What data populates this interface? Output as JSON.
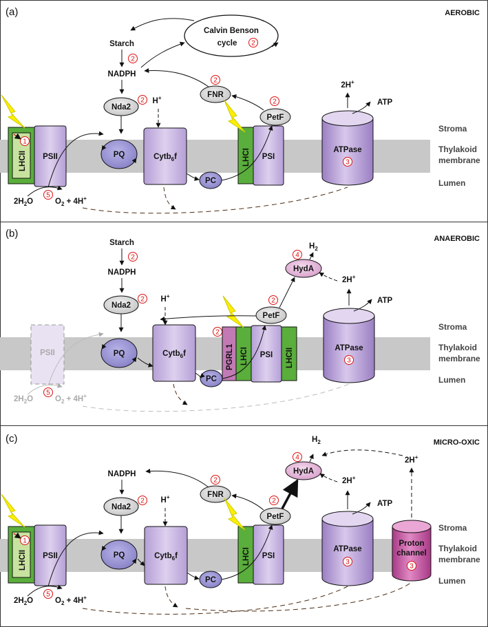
{
  "colors": {
    "membrane": "#c8c8c8",
    "psii": "#c9b8e0",
    "lhcii": "#5aae3c",
    "lhcii_inner": "#c8e3a0",
    "pq": "#9f9ad8",
    "pc": "#8f8ac8",
    "atpase": "#b8a2d6",
    "hyda": "#e3b8d8",
    "proton": "#c8509e",
    "pgrl1": "#c27ab5",
    "lightning": "#ffee00",
    "circle_num": "#dd1111"
  },
  "icons": [
    "lightning-icon"
  ],
  "panels": [
    {
      "letter": "(a)",
      "mode": "AEROBIC",
      "stroma": "Stroma",
      "thylakoid1": "Thylakoid",
      "thylakoid2": "membrane",
      "lumen": "Lumen",
      "starch": "Starch",
      "calvin1": "Calvin Benson",
      "calvin2": "cycle",
      "nadph": "NADPH",
      "nda2": "Nda2",
      "fnr": "FNR",
      "petf": "PetF",
      "h": "H",
      "hsup": "+",
      "twoh": "2H",
      "atp": "ATP",
      "lhcii": "LHCII",
      "psii": "PSII",
      "pq": "PQ",
      "cyt": "Cytb",
      "cytsub": "6",
      "cytf": "f",
      "pc": "PC",
      "lhci": "LHCI",
      "psi": "PSI",
      "atpase": "ATPase",
      "water": "2H",
      "watersub": "2",
      "waterO": "O",
      "o2": "O",
      "o2sub": "2",
      "o2rest": " + 4H",
      "n1": "1",
      "n2": "2",
      "n3": "3",
      "n5": "5"
    },
    {
      "letter": "(b)",
      "mode": "ANAEROBIC",
      "stroma": "Stroma",
      "thylakoid1": "Thylakoid",
      "thylakoid2": "membrane",
      "lumen": "Lumen",
      "starch": "Starch",
      "nadph": "NADPH",
      "nda2": "Nda2",
      "petf": "PetF",
      "hyda": "HydA",
      "h2": "H",
      "h2sub": "2",
      "h": "H",
      "hsup": "+",
      "twoh": "2H",
      "atp": "ATP",
      "psii": "PSII",
      "pq": "PQ",
      "cyt": "Cytb",
      "cytsub": "6",
      "cytf": "f",
      "pc": "PC",
      "pgrl1": "PGRL1",
      "lhci": "LHCI",
      "psi": "PSI",
      "lhcii": "LHCII",
      "atpase": "ATPase",
      "water": "2H",
      "watersub": "2",
      "waterO": "O",
      "o2": "O",
      "o2sub": "2",
      "o2rest": " + 4H",
      "n2": "2",
      "n3": "3",
      "n4": "4",
      "n5": "5"
    },
    {
      "letter": "(c)",
      "mode": "MICRO-OXIC",
      "stroma": "Stroma",
      "thylakoid1": "Thylakoid",
      "thylakoid2": "membrane",
      "lumen": "Lumen",
      "nadph": "NADPH",
      "nda2": "Nda2",
      "fnr": "FNR",
      "petf": "PetF",
      "hyda": "HydA",
      "h2": "H",
      "h2sub": "2",
      "h": "H",
      "hsup": "+",
      "twoh": "2H",
      "atp": "ATP",
      "lhcii": "LHCII",
      "psii": "PSII",
      "pq": "PQ",
      "cyt": "Cytb",
      "cytsub": "6",
      "cytf": "f",
      "pc": "PC",
      "lhci": "LHCI",
      "psi": "PSI",
      "atpase": "ATPase",
      "proton1": "Proton",
      "proton2": "channel",
      "water": "2H",
      "watersub": "2",
      "waterO": "O",
      "o2": "O",
      "o2sub": "2",
      "o2rest": " + 4H",
      "n1": "1",
      "n2": "2",
      "n3": "3",
      "n4": "4",
      "n5": "5"
    }
  ]
}
